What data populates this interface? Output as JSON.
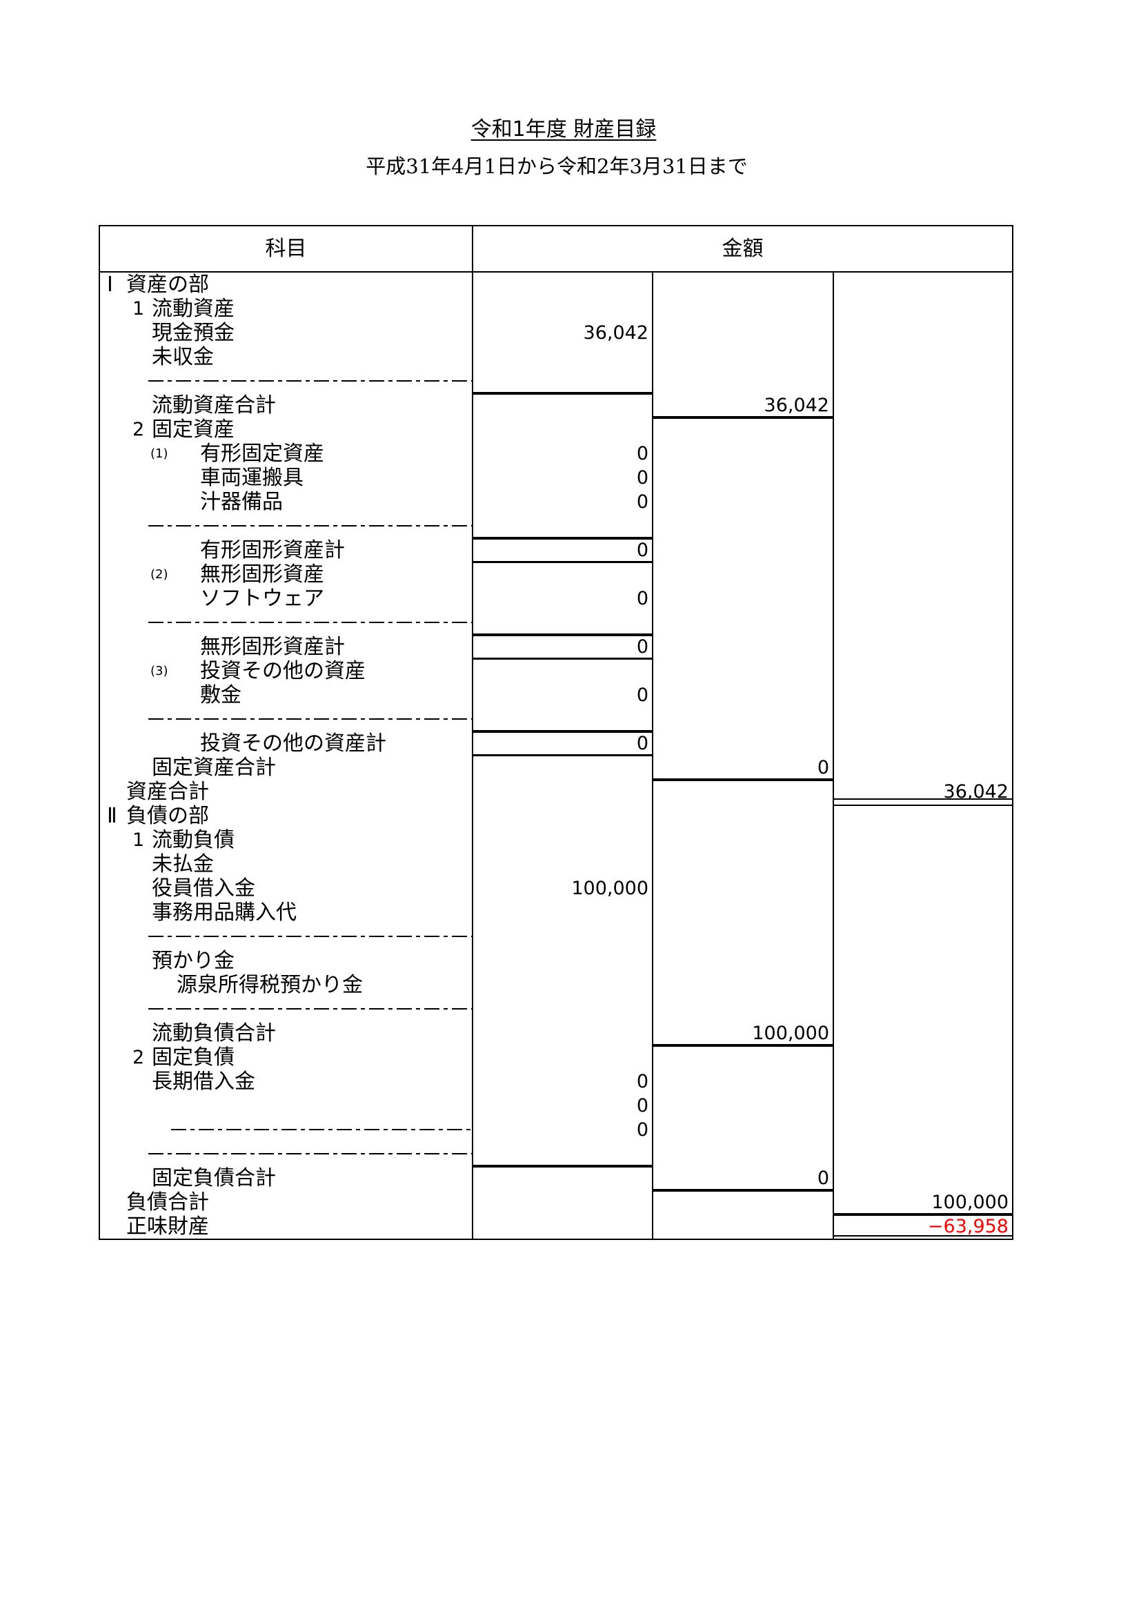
{
  "document": {
    "title": "令和1年度 財産目録",
    "period": "平成31年4月1日から令和2年3月31日まで"
  },
  "table": {
    "headers": {
      "subject": "科目",
      "amount": "金額"
    },
    "rows": [
      {
        "no": "Ⅰ",
        "label": "資産の部"
      },
      {
        "no": "1",
        "label": "流動資産"
      },
      {
        "label": "現金預金",
        "amount": "36,042"
      },
      {
        "label": "未収金"
      },
      {
        "label": "流動資産合計",
        "subtotal": "36,042"
      },
      {
        "no": "2",
        "label": "固定資産"
      },
      {
        "no": "(1)",
        "label": "有形固定資産",
        "amount": "0"
      },
      {
        "label": "車両運搬具",
        "amount": "0"
      },
      {
        "label": "汁器備品",
        "amount": "0"
      },
      {
        "label": "有形固形資産計",
        "amount": "0"
      },
      {
        "no": "(2)",
        "label": "無形固形資産"
      },
      {
        "label": "ソフトウェア",
        "amount": "0"
      },
      {
        "label": "無形固形資産計",
        "amount": "0"
      },
      {
        "no": "(3)",
        "label": "投資その他の資産"
      },
      {
        "label": "敷金",
        "amount": "0"
      },
      {
        "label": "投資その他の資産計",
        "amount": "0"
      },
      {
        "label": "固定資産合計",
        "subtotal": "0"
      },
      {
        "label": "資産合計",
        "total": "36,042"
      },
      {
        "no": "Ⅱ",
        "label": "負債の部"
      },
      {
        "no": "1",
        "label": "流動負債"
      },
      {
        "label": "未払金"
      },
      {
        "label": "役員借入金",
        "amount": "100,000"
      },
      {
        "label": "事務用品購入代"
      },
      {
        "label": "預かり金"
      },
      {
        "label": "源泉所得税預かり金"
      },
      {
        "label": "流動負債合計",
        "subtotal": "100,000"
      },
      {
        "no": "2",
        "label": "固定負債"
      },
      {
        "label": "長期借入金",
        "amount": "0"
      },
      {
        "amount": "0"
      },
      {
        "amount": "0"
      },
      {
        "label": "固定負債合計",
        "subtotal": "0"
      },
      {
        "label": "負債合計",
        "total": "100,000"
      },
      {
        "label": "正味財産",
        "total": "−63,958"
      }
    ]
  },
  "colors": {
    "negative": "#ff0000",
    "text": "#000000"
  }
}
